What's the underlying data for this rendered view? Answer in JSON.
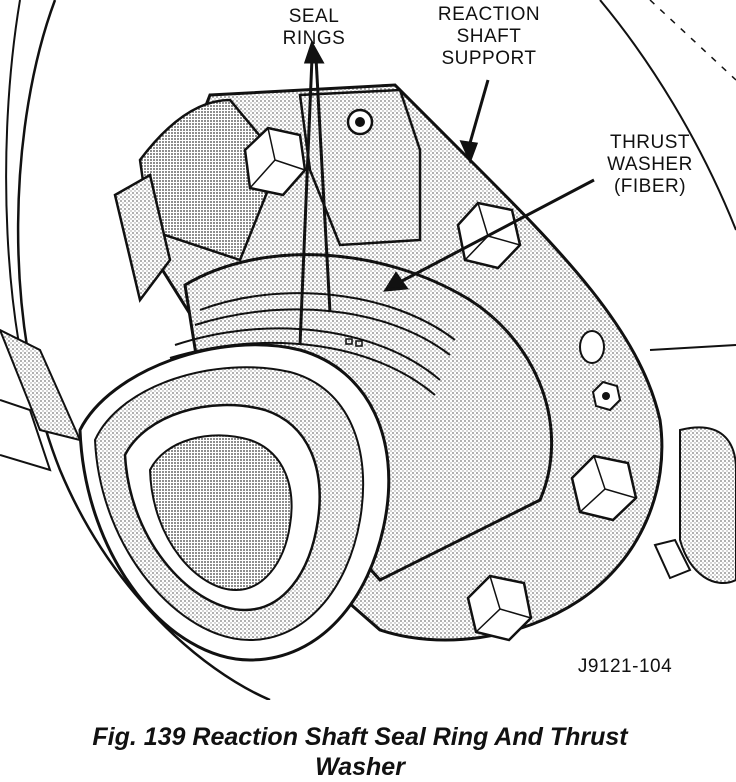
{
  "labels": {
    "seal_rings": [
      "SEAL",
      "RINGS"
    ],
    "reaction_shaft_support": [
      "REACTION",
      "SHAFT",
      "SUPPORT"
    ],
    "thrust_washer": [
      "THRUST",
      "WASHER",
      "(FIBER)"
    ],
    "figure_code": "J9121-104"
  },
  "caption": {
    "line1": "Fig. 139 Reaction Shaft Seal Ring And Thrust",
    "line2": "Washer"
  },
  "colors": {
    "ink": "#111111",
    "shade": "#9a9a9a",
    "paper": "#ffffff"
  }
}
